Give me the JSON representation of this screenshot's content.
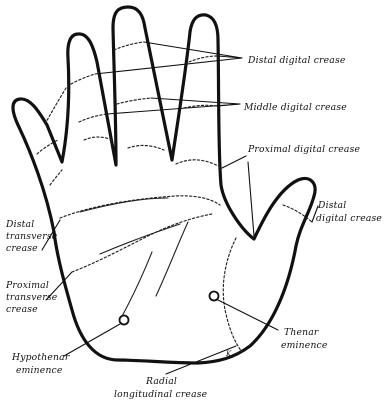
{
  "labels": {
    "distal_digital": "Distal digital crease",
    "middle_digital": "Middle digital crease",
    "proximal_digital": "Proximal digital crease",
    "distal_digital_thumb": [
      "Distal",
      "digital crease"
    ],
    "distal_transverse": [
      "Distal",
      "transverse",
      "crease"
    ],
    "proximal_transverse": [
      "Proximal",
      "transverse",
      "crease"
    ],
    "thenar": [
      "Thenar",
      "eminence"
    ],
    "hypothenar": [
      "Hypothenar",
      "eminence"
    ],
    "radial_longitudinal": [
      "Radial",
      "longitudinal crease"
    ]
  },
  "initials": "K",
  "colors": {
    "ink": "#111111",
    "background": "#ffffff"
  }
}
